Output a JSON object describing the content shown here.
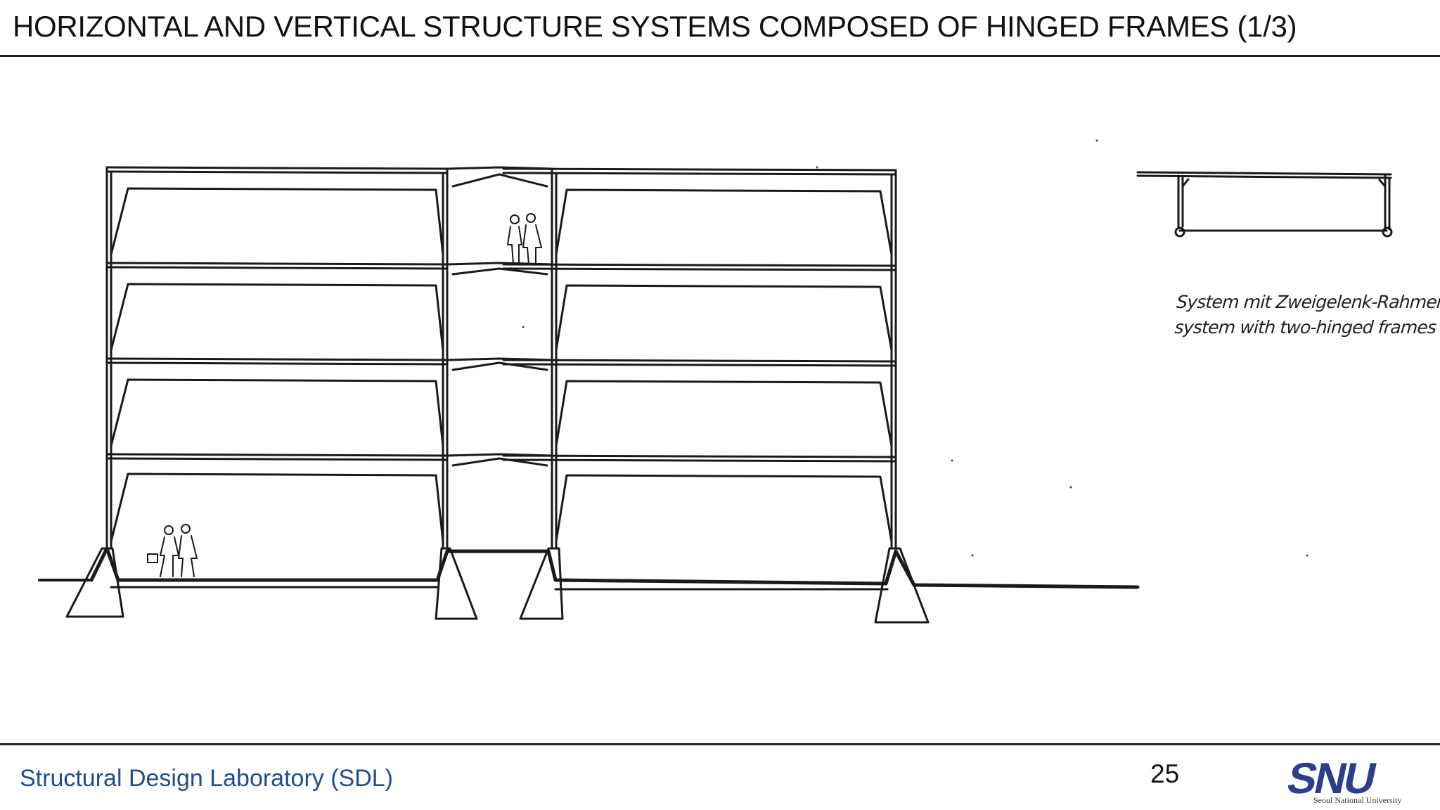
{
  "slide": {
    "title": "HORIZONTAL AND VERTICAL STRUCTURE SYSTEMS COMPOSED OF HINGED FRAMES (1/3)",
    "page_number": "25"
  },
  "figure": {
    "caption_line1": "System mit Zweigelenk-Rahmen",
    "caption_line2": "system with two-hinged frames"
  },
  "footer": {
    "lab_name": "Structural Design Laboratory (SDL)",
    "logo_text": "SNU",
    "university": "Seoul National University",
    "brand_color": "#1f4e8a",
    "logo_color": "#2c3e8c"
  }
}
